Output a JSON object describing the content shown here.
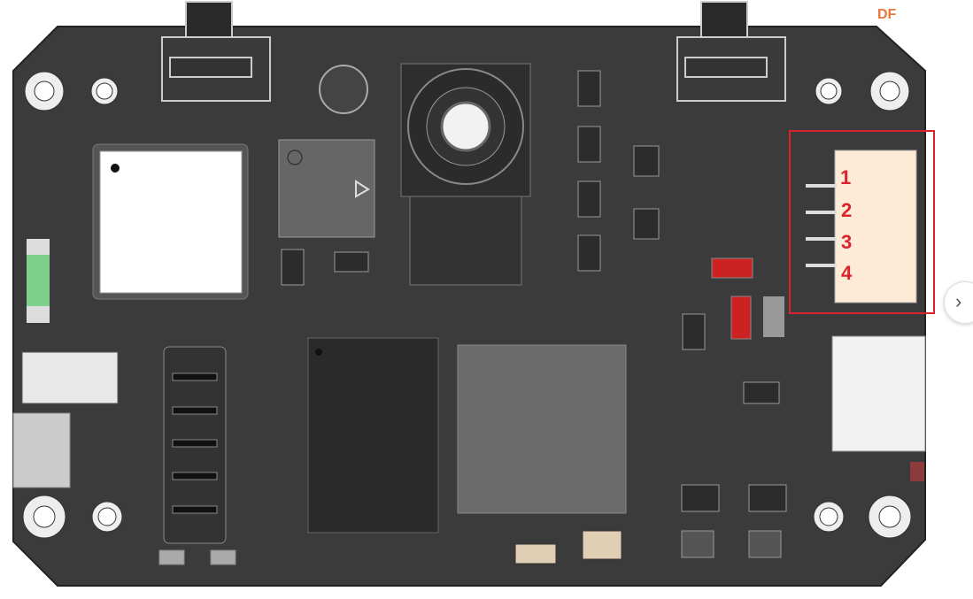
{
  "logo": {
    "text": "DF"
  },
  "connector": {
    "pin_labels": [
      "1",
      "2",
      "3",
      "4"
    ],
    "highlight_color": "#d9232d"
  },
  "navigation": {
    "next_icon": "chevron-right-icon",
    "next_glyph": "›"
  },
  "colors": {
    "board": "#3b3b3b",
    "accent": "#e8773a"
  }
}
